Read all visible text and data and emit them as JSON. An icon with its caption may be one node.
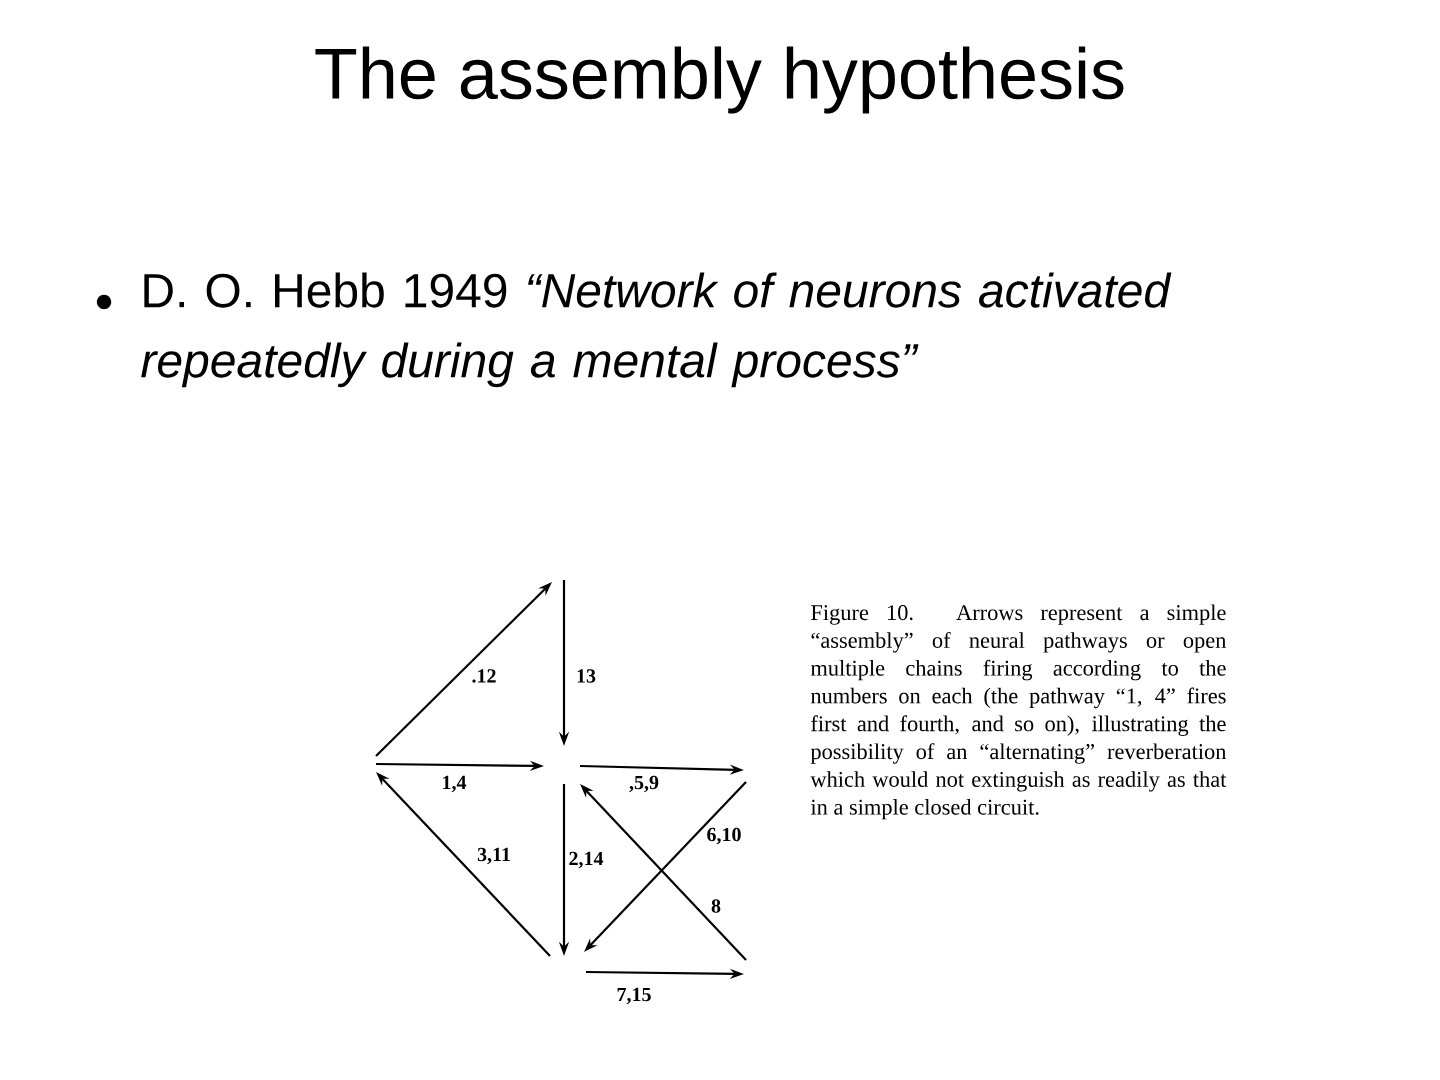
{
  "diagram": {
    "title": "The assembly hypothesis",
    "caption": "Figure 10. Arrows represent a simple “assembly” of neural pathways or open multiple chains firing according to the numbers on each (the pathway “1, 4” fires first and fourth, and so on), illustrating the possibility of an “alternating” reverberation which would not extinguish as readily as that in a simple closed circuit.",
    "labels": [
      "D. O. Hebb 1949 *“Network of neurons activated repeatedly during a mental process”*",
      ".12",
      "13",
      "1,4",
      ",5,9",
      "6,10",
      "3,11",
      "2,14",
      "8",
      "7,15"
    ]
  }
}
